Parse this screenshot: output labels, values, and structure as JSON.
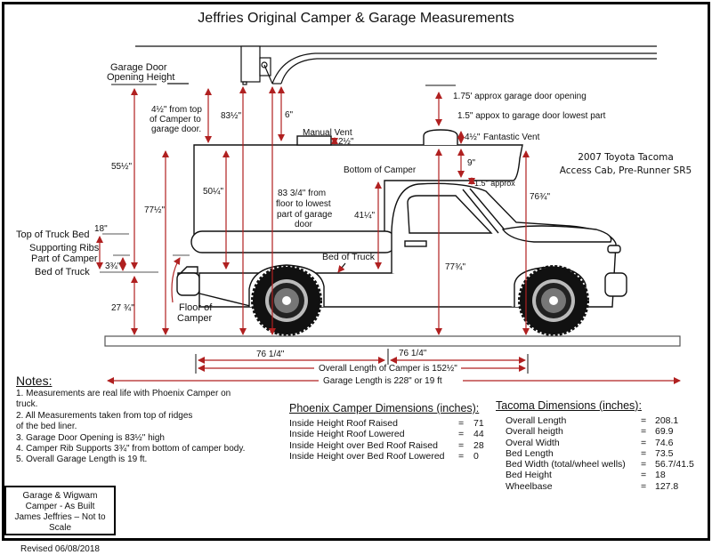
{
  "title": "Jeffries Original Camper & Garage Measurements",
  "vehicle": {
    "line1": "2007 Toyota Tacoma",
    "line2": "Access Cab, Pre-Runner SR5"
  },
  "labels": {
    "garage_door_opening_height_1": "Garage Door",
    "garage_door_opening_height_2": "Opening Height",
    "camper_to_door_1": "4½\" from top",
    "camper_to_door_2": "of Camper to",
    "camper_to_door_3": "garage door.",
    "dim_83_5": "83½\"",
    "dim_6": "6\"",
    "manual_vent": "Manual Vent",
    "manual_vent_h": "2½\"",
    "approx_opening": "1.75' approx garage door opening",
    "approx_lowest": "1.5\" appox to garage door lowest part",
    "fantastic_vent_h": "4½\"",
    "fantastic_vent": "Fantastic Vent",
    "dim_9": "9\"",
    "approx_15": "1.5\" approx",
    "bottom_of_camper": "Bottom of Camper",
    "dim_55_5": "55½\"",
    "dim_77_5": "77½\"",
    "dim_50_25": "50¼\"",
    "floor_to_door_1": "83 3/4\" from",
    "floor_to_door_2": "floor to lowest",
    "floor_to_door_3": "part of garage",
    "floor_to_door_4": "door",
    "dim_41_25": "41¼\"",
    "dim_76_75": "76¾\"",
    "dim_77_75": "77¾\"",
    "bed_of_truck_arrow": "Bed of Truck",
    "top_of_truck_bed": "Top of Truck Bed",
    "dim_18": "18\"",
    "supporting_ribs": "Supporting Ribs",
    "part_of_camper": "Part of Camper",
    "dim_3_75": "3¾\"",
    "bed_of_truck": "Bed of Truck",
    "dim_27_75": "27 ¾\"",
    "floor_of_camper_1": "Floor of",
    "floor_of_camper_2": "Camper",
    "len_left": "76 1/4\"",
    "len_right": "76 1/4\"",
    "overall_camper": "Overall Length of Camper is 152½\"",
    "garage_length": "Garage Length is 228\" or 19 ft"
  },
  "notes": {
    "heading": "Notes:",
    "items": [
      "1.  Measurements are real life with Phoenix Camper on",
      "truck.",
      "2.  All Measurements taken from top of ridges",
      "of the bed liner.",
      "3.  Garage Door Opening is 83½\" high",
      "4.  Camper Rib Supports 3¾\" from bottom of camper body.",
      "5. Overall Garage Length is 19 ft."
    ]
  },
  "phoenix": {
    "heading": "Phoenix Camper Dimensions (inches):",
    "rows": [
      {
        "label": "Inside Height Roof Raised",
        "eq": "=",
        "value": "71"
      },
      {
        "label": "Inside Height Roof Lowered",
        "eq": "=",
        "value": "44"
      },
      {
        "label": "Inside Height over Bed Roof Raised",
        "eq": "=",
        "value": "28"
      },
      {
        "label": "Inside Height over Bed Roof Lowered",
        "eq": "=",
        "value": "0"
      }
    ]
  },
  "tacoma": {
    "heading": "Tacoma Dimensions (inches):",
    "rows": [
      {
        "label": "Overall Length",
        "eq": "=",
        "value": "208.1"
      },
      {
        "label": "Overall heigth",
        "eq": "=",
        "value": "69.9"
      },
      {
        "label": "Overal Width",
        "eq": "=",
        "value": "74.6"
      },
      {
        "label": "Bed Length",
        "eq": "=",
        "value": "73.5"
      },
      {
        "label": "Bed Width (total/wheel wells)",
        "eq": "=",
        "value": "56.7/41.5"
      },
      {
        "label": "Bed Height",
        "eq": "=",
        "value": "18"
      },
      {
        "label": "Wheelbase",
        "eq": "=",
        "value": "127.8"
      }
    ]
  },
  "stamp": {
    "line1": "Garage & Wigwam Camper - As Built",
    "line2": "James Jeffries – Not to Scale",
    "line3": "Revised 06/08/2018"
  },
  "colors": {
    "dimension": "#b02020",
    "outline": "#111111"
  }
}
